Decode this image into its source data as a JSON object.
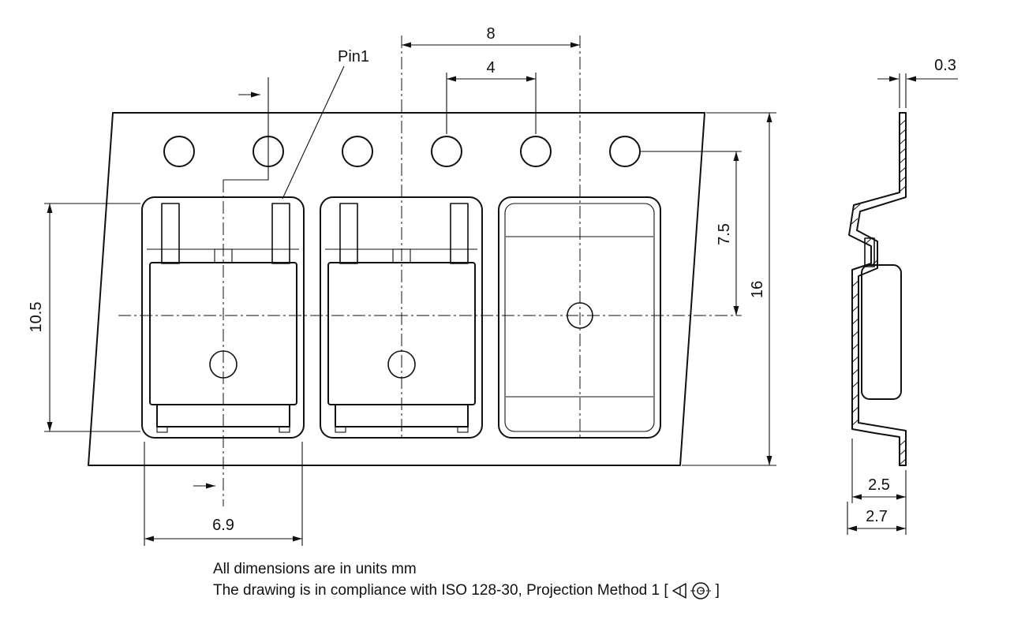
{
  "drawing": {
    "pin1_label": "Pin1",
    "dims": {
      "pocket_pitch": "8",
      "sprocket_pitch": "4",
      "tape_thickness": "0.3",
      "hole_to_pocket_center": "7.5",
      "tape_width": "16",
      "pocket_length": "10.5",
      "pocket_width": "6.9",
      "pocket_inner_depth": "2.5",
      "pocket_total_depth": "2.7"
    },
    "notes": {
      "line1": "All dimensions are in units mm",
      "line2_prefix": "The drawing is in compliance with ISO 128-30, Projection Method 1 [",
      "line2_suffix": "]"
    },
    "colors": {
      "line": "#111111",
      "background": "#ffffff"
    },
    "icons": {
      "projection": "first-angle-projection-symbol"
    }
  }
}
